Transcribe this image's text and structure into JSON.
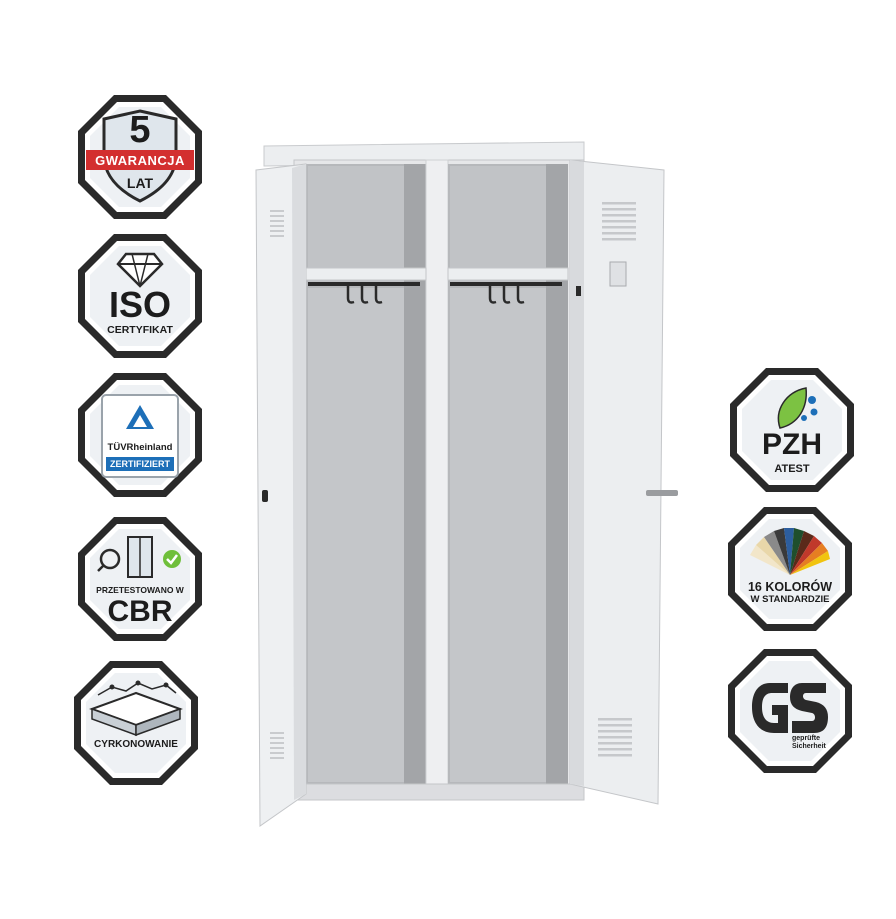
{
  "badges_left": [
    {
      "id": "warranty",
      "big": "5",
      "band": "GWARANCJA",
      "small": "LAT",
      "icon": "shield-icon"
    },
    {
      "id": "iso",
      "big": "ISO",
      "small": "CERTYFIKAT",
      "icon": "diamond-icon"
    },
    {
      "id": "tuv",
      "brand": "TÜVRheinland",
      "sub": "ZERTIFIZIERT",
      "icon": "tuv-triangle-icon"
    },
    {
      "id": "cbr",
      "small": "PRZETESTOWANO W",
      "big": "CBR",
      "icon": "lab-test-icon"
    },
    {
      "id": "zirconium",
      "small": "CYRKONOWANIE",
      "icon": "layered-surface-icon"
    }
  ],
  "badges_right": [
    {
      "id": "pzh",
      "big": "PZH",
      "small": "ATEST",
      "icon": "leaf-bacteria-icon"
    },
    {
      "id": "colors",
      "big": "16 KOLORÓW",
      "small": "W STANDARDZIE",
      "icon": "color-fan-icon"
    },
    {
      "id": "gs",
      "small": "geprüfte Sicherheit",
      "icon": "gs-logo-icon"
    }
  ],
  "colors": {
    "badge_border": "#2a2a2a",
    "badge_fill": "#f4f6f8",
    "warranty_band": "#d32f2f",
    "tuv_blue": "#1d6fb8",
    "locker_body": "#e8e9eb",
    "locker_shadow": "#b9bbbe"
  }
}
